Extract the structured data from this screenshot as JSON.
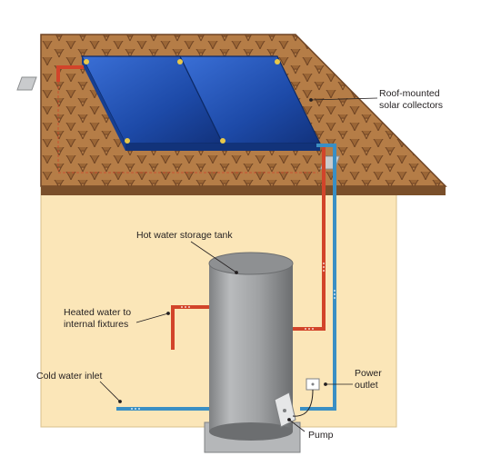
{
  "labels": {
    "collectors": "Roof-mounted\nsolar collectors",
    "tank": "Hot water storage tank",
    "heated": "Heated water to\ninternal fixtures",
    "cold": "Cold water inlet",
    "power": "Power\noutlet",
    "pump": "Pump"
  },
  "colors": {
    "roof_tile": "#a8723e",
    "roof_tile_dark": "#7a4f2a",
    "wall": "#fbe6b8",
    "panel": "#1f4fb3",
    "panel_dark": "#12337a",
    "tank": "#9a9c9e",
    "hot_pipe": "#d2442a",
    "cold_pipe": "#3a8fc4"
  }
}
